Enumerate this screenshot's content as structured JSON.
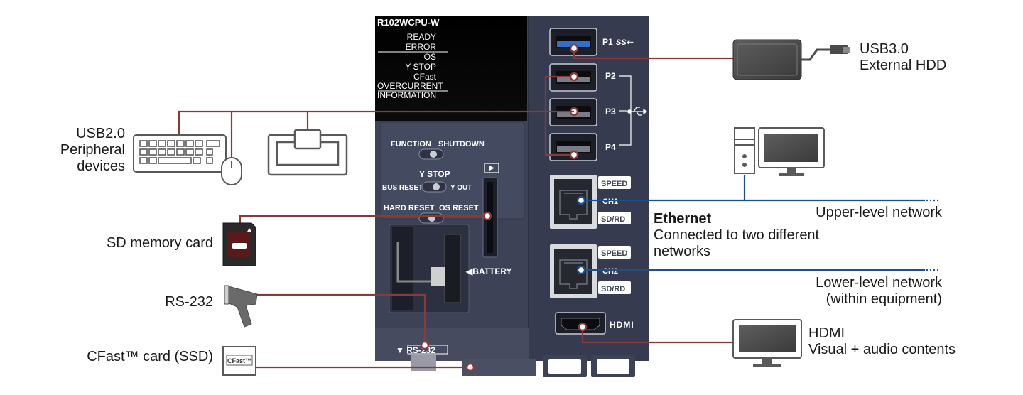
{
  "module": {
    "model": "R102WCPU-W",
    "leds": [
      "READY",
      "ERROR",
      "OS",
      "Y STOP",
      "CFast",
      "OVERCURRENT",
      "INFORMATION"
    ],
    "switches": {
      "function": "FUNCTION",
      "shutdown": "SHUTDOWN",
      "y_stop": "Y STOP",
      "bus_reset": "BUS RESET",
      "y_out": "Y OUT",
      "hard_reset": "HARD RESET",
      "os_reset": "OS RESET"
    },
    "battery": "◀BATTERY",
    "rs232": "▼ RS-232",
    "ports": {
      "p1": "P1",
      "p1_mark": "SS⇠",
      "p2": "P2",
      "p3": "P3",
      "p4": "P4",
      "speed": "SPEED",
      "sdrd": "SD/RD",
      "ch1": "CH1",
      "ch2": "CH2",
      "hdmi": "HDMI"
    }
  },
  "labels": {
    "usb2": [
      "USB2.0",
      "Peripheral",
      "devices"
    ],
    "sd": "SD memory card",
    "rs232": "RS-232",
    "cfast": "CFast™ card (SSD)",
    "cfast_logo": "CFast™",
    "usb3": [
      "USB3.0",
      "External HDD"
    ],
    "ethernet_title": "Ethernet",
    "ethernet_desc": [
      "Connected to two different",
      "networks"
    ],
    "upper": "Upper-level network",
    "lower": [
      "Lower-level network",
      "(within equipment)"
    ],
    "hdmi": [
      "HDMI",
      "Visual + audio contents"
    ]
  },
  "colors": {
    "usb_line": "#8b3a3a",
    "ethernet_line": "#1f4e8c",
    "module_body": "#3d4257",
    "icon_stroke": "#5a5a5a"
  },
  "icons": [
    "keyboard-icon",
    "mouse-icon",
    "touch-panel-icon",
    "sd-card-icon",
    "barcode-scanner-icon",
    "cfast-card-icon",
    "external-hdd-icon",
    "pc-tower-icon",
    "pc-monitor-icon",
    "hdmi-monitor-icon",
    "usb-icon",
    "rj45-port-icon",
    "hdmi-port-icon"
  ]
}
